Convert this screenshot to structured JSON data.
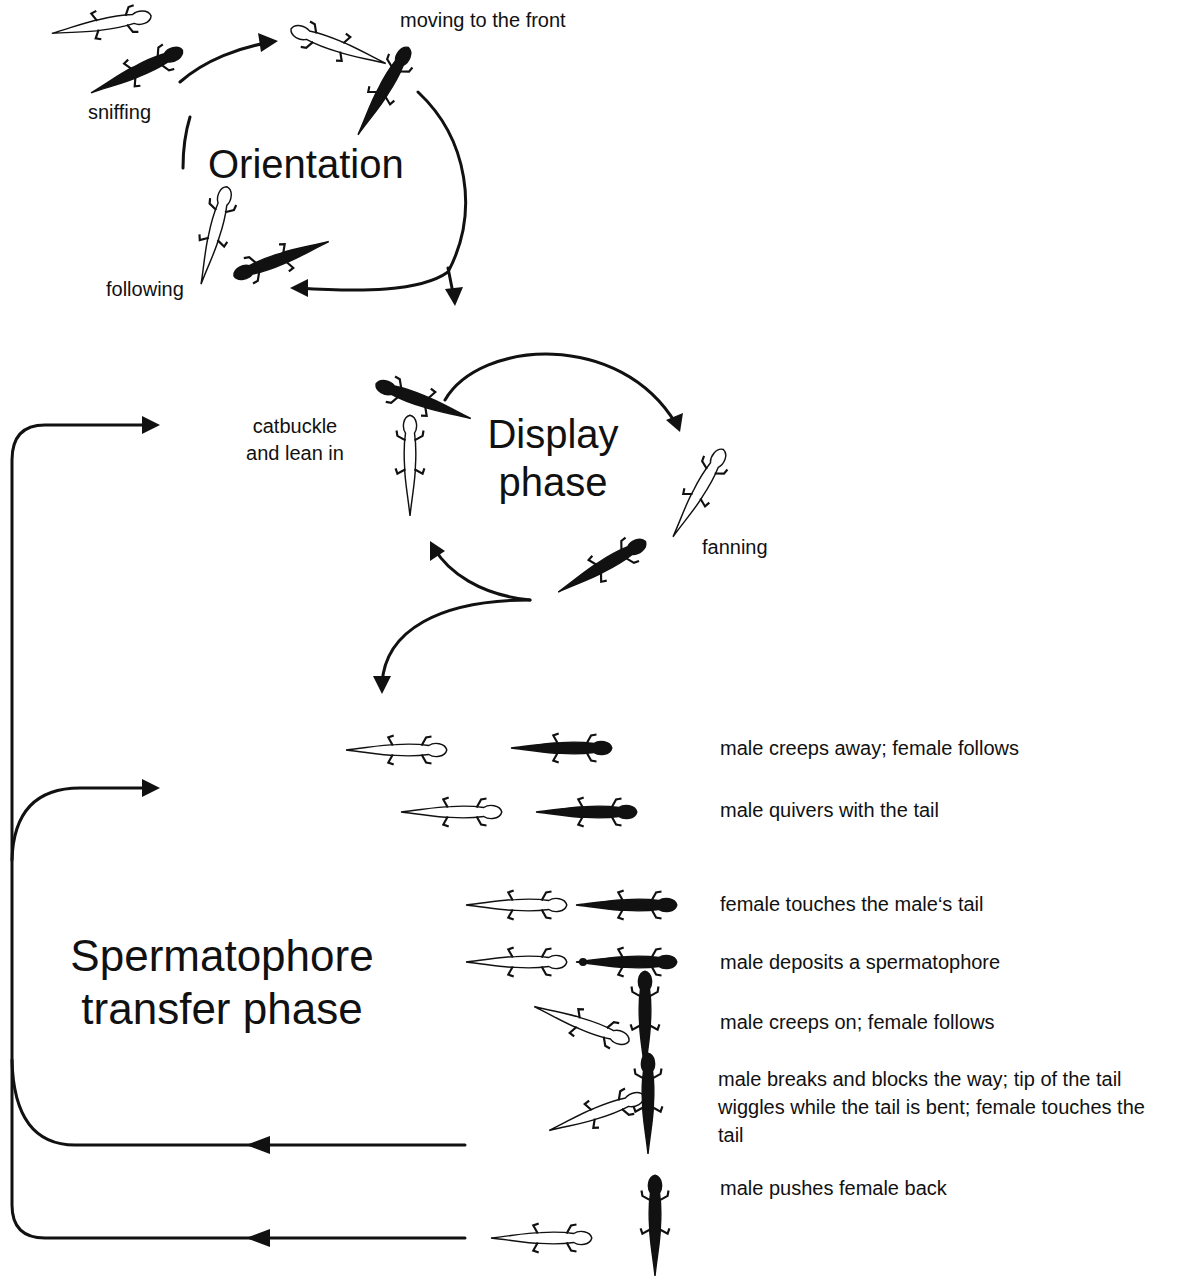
{
  "diagram": {
    "labels": [
      "moving to the front",
      "sniffing",
      "Orientation",
      "following",
      "catbuckle and lean in",
      "Display phase",
      "fanning",
      "male creeps away; female follows",
      "male quivers with the tail",
      "female touches the male‘s tail",
      "male deposits a spermatophore",
      "male creeps on; female follows",
      "Spermatophore transfer phase",
      "male breaks and blocks the way; tip of the tail wiggles while the tail is bent; female touches the tail",
      "male pushes female back"
    ]
  }
}
